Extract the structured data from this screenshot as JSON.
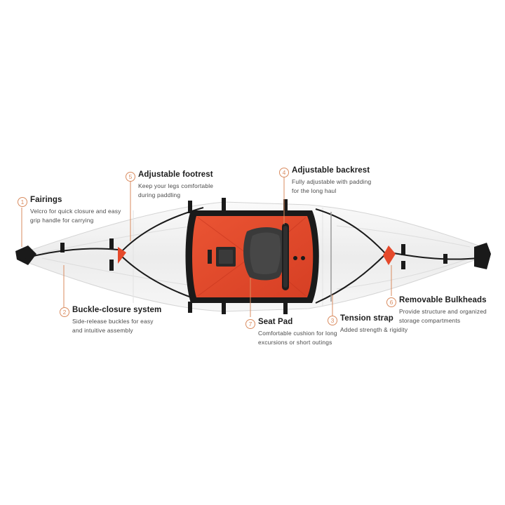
{
  "callouts": [
    {
      "number": "1",
      "title": "Fairings",
      "description": [
        "Velcro for quick closure and easy",
        "grip handle for carrying"
      ]
    },
    {
      "number": "2",
      "title": "Buckle-closure system",
      "description": [
        "Side-release buckles for easy",
        "and intuitive assembly"
      ]
    },
    {
      "number": "3",
      "title": "Tension strap",
      "description": [
        "Added strength & rigidity"
      ]
    },
    {
      "number": "4",
      "title": "Adjustable backrest",
      "description": [
        "Fully adjustable with padding",
        "for the long haul"
      ]
    },
    {
      "number": "5",
      "title": "Adjustable footrest",
      "description": [
        "Keep your legs comfortable",
        "during paddling"
      ]
    },
    {
      "number": "6",
      "title": "Removable Bulkheads",
      "description": [
        "Provide structure and organized",
        "storage compartments"
      ]
    },
    {
      "number": "7",
      "title": "Seat Pad",
      "description": [
        "Comfortable cushion for long",
        "excursions or short outings"
      ]
    }
  ],
  "colors": {
    "accent": "#d98b5f",
    "cockpit_orange": "#e5492b",
    "hull_white": "#f1f1f1",
    "trim_black": "#1a1a1a",
    "seat_gray": "#3a3a3a"
  }
}
